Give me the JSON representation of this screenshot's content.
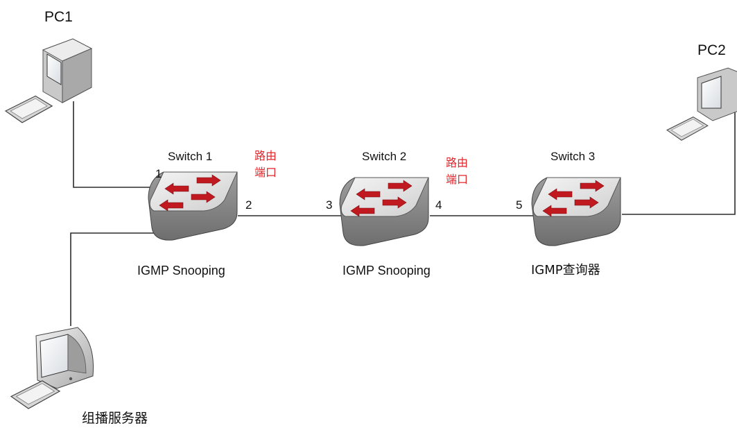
{
  "devices": {
    "pc1": "PC1",
    "pc2": "PC2",
    "server": "组播服务器"
  },
  "switches": [
    {
      "name": "Switch 1",
      "role": "IGMP Snooping"
    },
    {
      "name": "Switch 2",
      "role": "IGMP Snooping"
    },
    {
      "name": "Switch 3",
      "role": "IGMP查询器"
    }
  ],
  "ports": [
    "1",
    "2",
    "3",
    "4",
    "5"
  ],
  "annotations": [
    "路由\n端口",
    "路由\n端口"
  ],
  "colors": {
    "annotation": "#e1262b",
    "arrow": "#c0191f",
    "link": "#2b2b2b",
    "switch_body": "#bdbdbd"
  }
}
